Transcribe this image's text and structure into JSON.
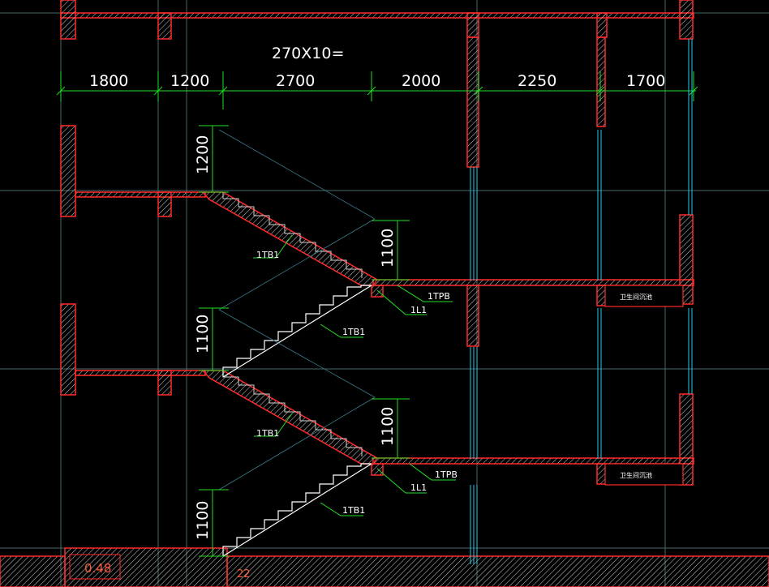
{
  "header_formula": "270X10=",
  "horizontal_dims": [
    "1800",
    "1200",
    "2700",
    "2000",
    "2250",
    "1700"
  ],
  "vertical_dims": [
    "1200",
    "1100",
    "1100",
    "1100",
    "1100"
  ],
  "labels": {
    "tb1_a": "1TB1",
    "tb1_b": "1TB1",
    "tb1_c": "1TB1",
    "tb1_d": "1TB1",
    "tpb_a": "1TPB",
    "tpb_b": "1TPB",
    "l1_a": "1L1",
    "l1_b": "1L1"
  },
  "room_labels": [
    "卫生间沉池",
    "卫生间沉池"
  ],
  "elevation": "0.48",
  "bottom_mark": "22",
  "colors": {
    "background": "#000000",
    "wall": "#ff2a2a",
    "hatch": "#cfcfcf",
    "dimension": "#22e022",
    "grid": "#4a6a6a",
    "stair": "#ffffff",
    "glass": "#22ccee",
    "leader": "#22e022"
  }
}
